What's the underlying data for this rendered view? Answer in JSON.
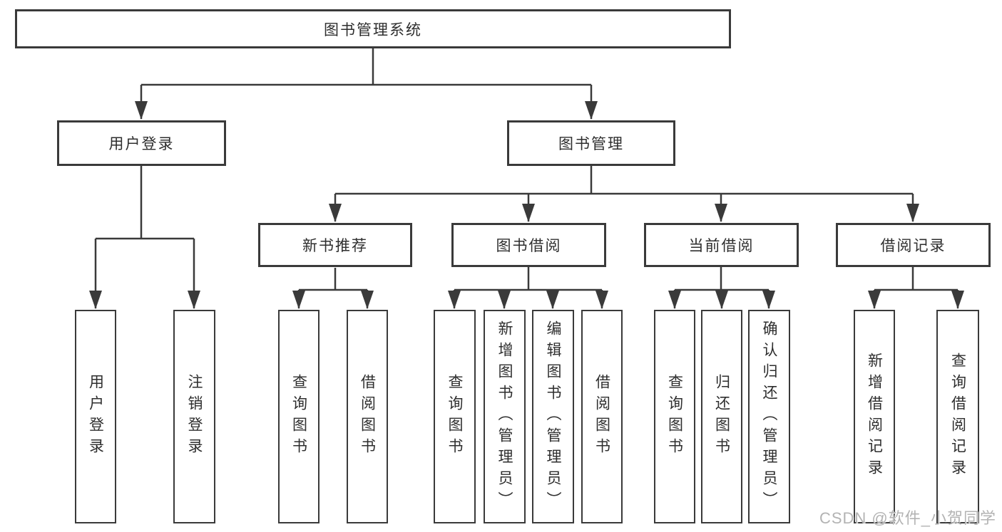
{
  "tree": {
    "root": {
      "label": "图书管理系统"
    },
    "branches": [
      {
        "label": "用户登录",
        "children": [
          {
            "label": "用户登录"
          },
          {
            "label": "注销登录"
          }
        ]
      },
      {
        "label": "图书管理",
        "children": [
          {
            "label": "新书推荐",
            "children": [
              {
                "label": "查询图书"
              },
              {
                "label": "借阅图书"
              }
            ]
          },
          {
            "label": "图书借阅",
            "children": [
              {
                "label": "查询图书"
              },
              {
                "label": "新增图书（管理员）"
              },
              {
                "label": "编辑图书（管理员）"
              },
              {
                "label": "借阅图书"
              }
            ]
          },
          {
            "label": "当前借阅",
            "children": [
              {
                "label": "查询图书"
              },
              {
                "label": "归还图书"
              },
              {
                "label": "确认归还（管理员）"
              }
            ]
          },
          {
            "label": "借阅记录",
            "children": [
              {
                "label": "新增借阅记录"
              },
              {
                "label": "查询借阅记录"
              }
            ]
          }
        ]
      }
    ]
  },
  "watermark": "CSDN @软件_小贺同学",
  "colors": {
    "line": "#3a3a3a",
    "box_border": "#3a3a3a",
    "text": "#2e2e2e",
    "watermark": "#b3b3b3",
    "background": "#ffffff"
  }
}
